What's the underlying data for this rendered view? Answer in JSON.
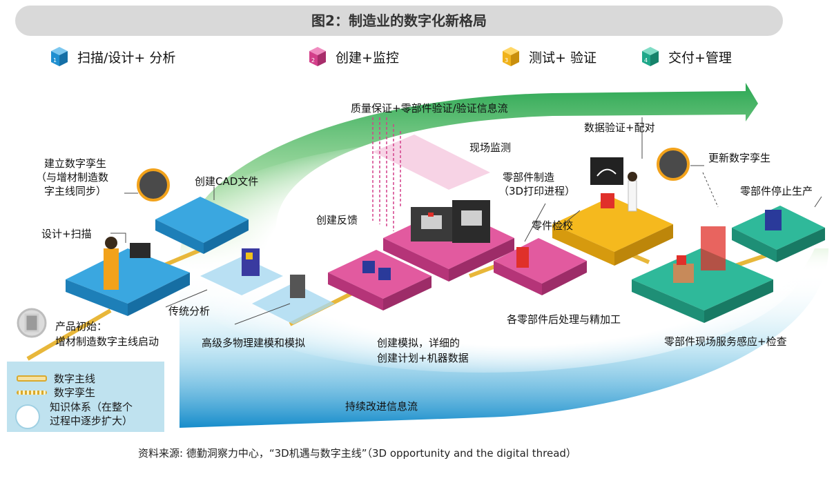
{
  "title": "图2：制造业的数字化新格局",
  "phases": [
    {
      "num": "1",
      "label": "扫描/设计+ 分析",
      "color": "#1f8fd0"
    },
    {
      "num": "2",
      "label": "创建+监控",
      "color": "#d33f8a"
    },
    {
      "num": "3",
      "label": "测试+ 验证",
      "color": "#f0b21a"
    },
    {
      "num": "4",
      "label": "交付+管理",
      "color": "#1fa88a"
    }
  ],
  "labels": {
    "quality_flow": "质量保证+零部件验证/验证信息流",
    "data_verify": "数据验证+配对",
    "onsite_monitor": "现场监测",
    "update_twin": "更新数字孪生",
    "create_twin_1": "建立数字孪生",
    "create_twin_2": "（与增材制造数",
    "create_twin_3": "字主线同步）",
    "create_cad": "创建CAD文件",
    "part_mfg_1": "零部件制造",
    "part_mfg_2": "（3D打印进程）",
    "part_stop": "零部件停止生产",
    "create_feedback": "创建反馈",
    "part_check": "零件检校",
    "design_scan": "设计+扫描",
    "traditional_analysis": "传统分析",
    "product_start_1": "产品初始：",
    "product_start_2": "增材制造数字主线启动",
    "advanced_modeling": "高级多物理建模和模拟",
    "create_sim_1": "创建模拟，详细的",
    "create_sim_2": "创建计划+机器数据",
    "post_process": "各零部件后处理与精加工",
    "field_service": "零部件现场服务感应+检查",
    "continuous_flow": "持续改进信息流"
  },
  "legend": {
    "digital_thread": "数字主线",
    "digital_twin": "数字孪生",
    "knowledge_1": "知识体系（在整个",
    "knowledge_2": "过程中逐步扩大）"
  },
  "source": "资料来源: 德勤洞察力中心，“3D机遇与数字主线”（3D opportunity and the digital thread）",
  "colors": {
    "blue": "#1f8fd0",
    "pink": "#d33f8a",
    "yellow": "#f0b21a",
    "green": "#1fa88a",
    "thread": "#e8b73a"
  }
}
